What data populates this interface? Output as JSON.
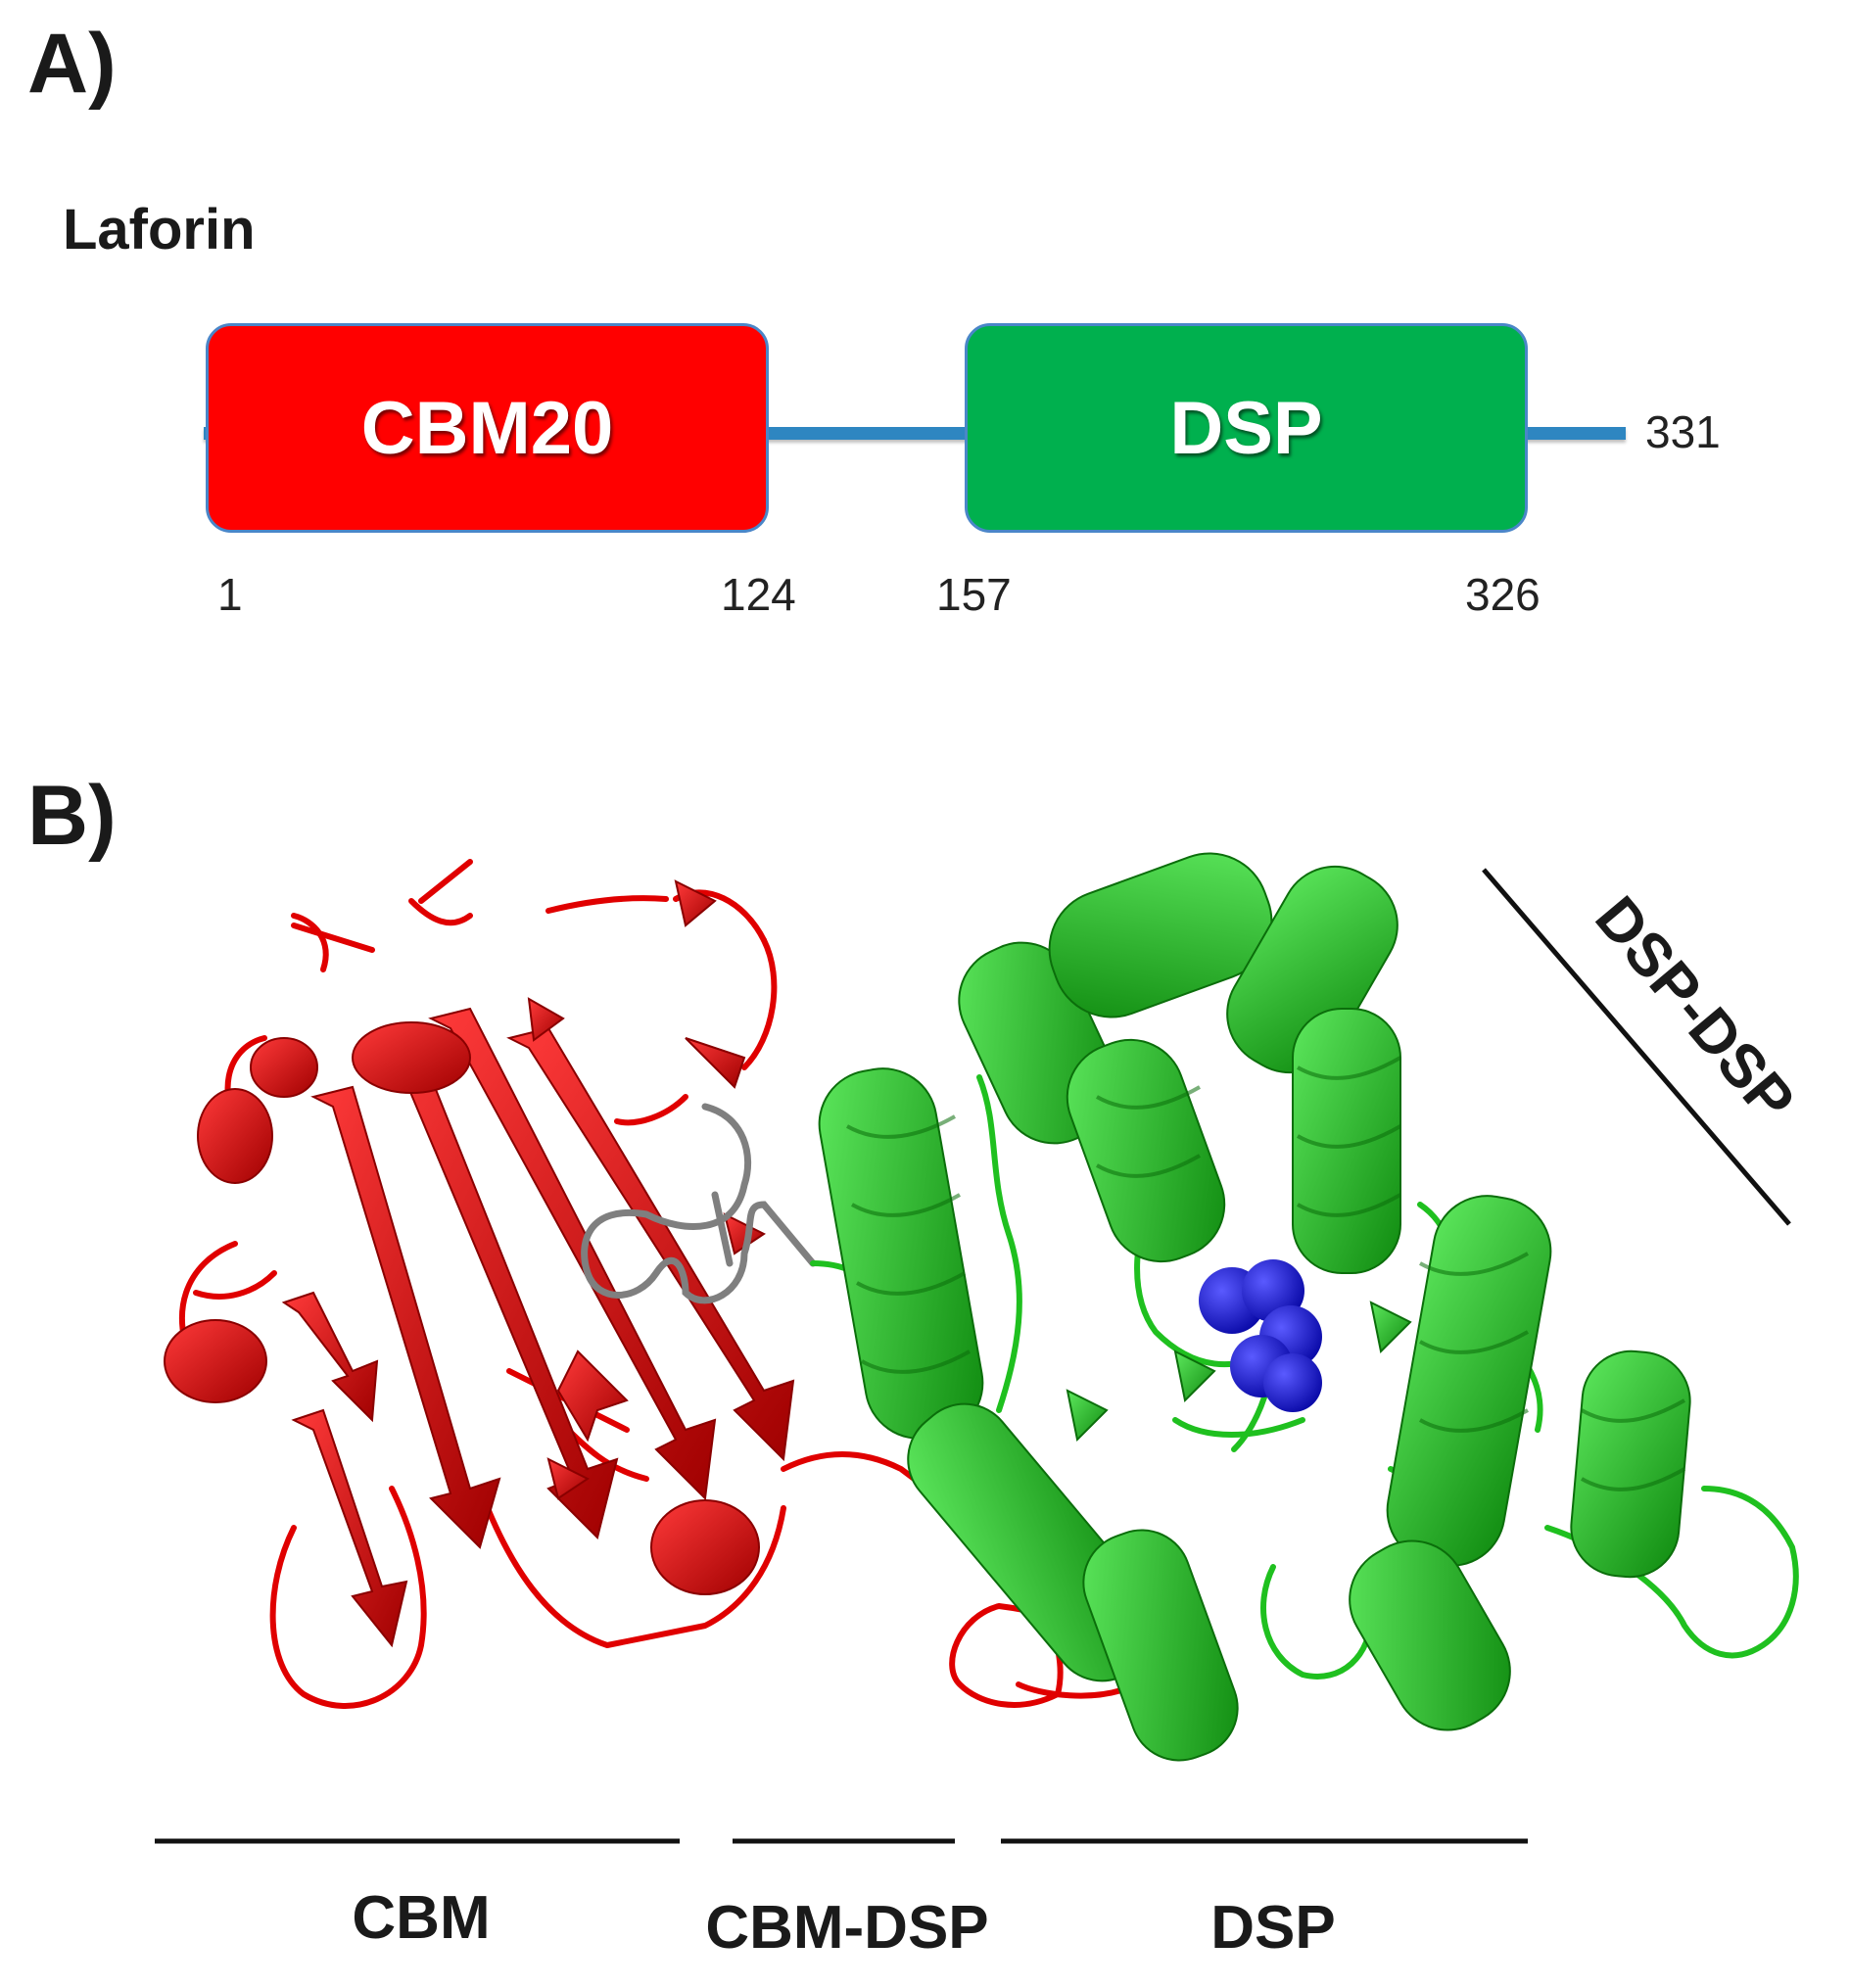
{
  "panels": {
    "a_label": "A)",
    "b_label": "B)"
  },
  "domain_map": {
    "protein": "Laforin",
    "domains": [
      {
        "name": "CBM20",
        "start": 1,
        "end": 124,
        "color": "#ff0000"
      },
      {
        "name": "DSP",
        "start": 157,
        "end": 326,
        "color": "#00b04e"
      }
    ],
    "length": 331,
    "linker_color": "#2e86c1"
  },
  "structure": {
    "cbm_color": "#e00000",
    "linker_color": "#808080",
    "dsp_color": "#1fc01f",
    "active_site_color": "#1a1ad8",
    "region_labels": {
      "cbm": "CBM",
      "cbm_dsp": "CBM-DSP",
      "dsp": "DSP",
      "dsp_dsp": "DSP-DSP"
    }
  }
}
